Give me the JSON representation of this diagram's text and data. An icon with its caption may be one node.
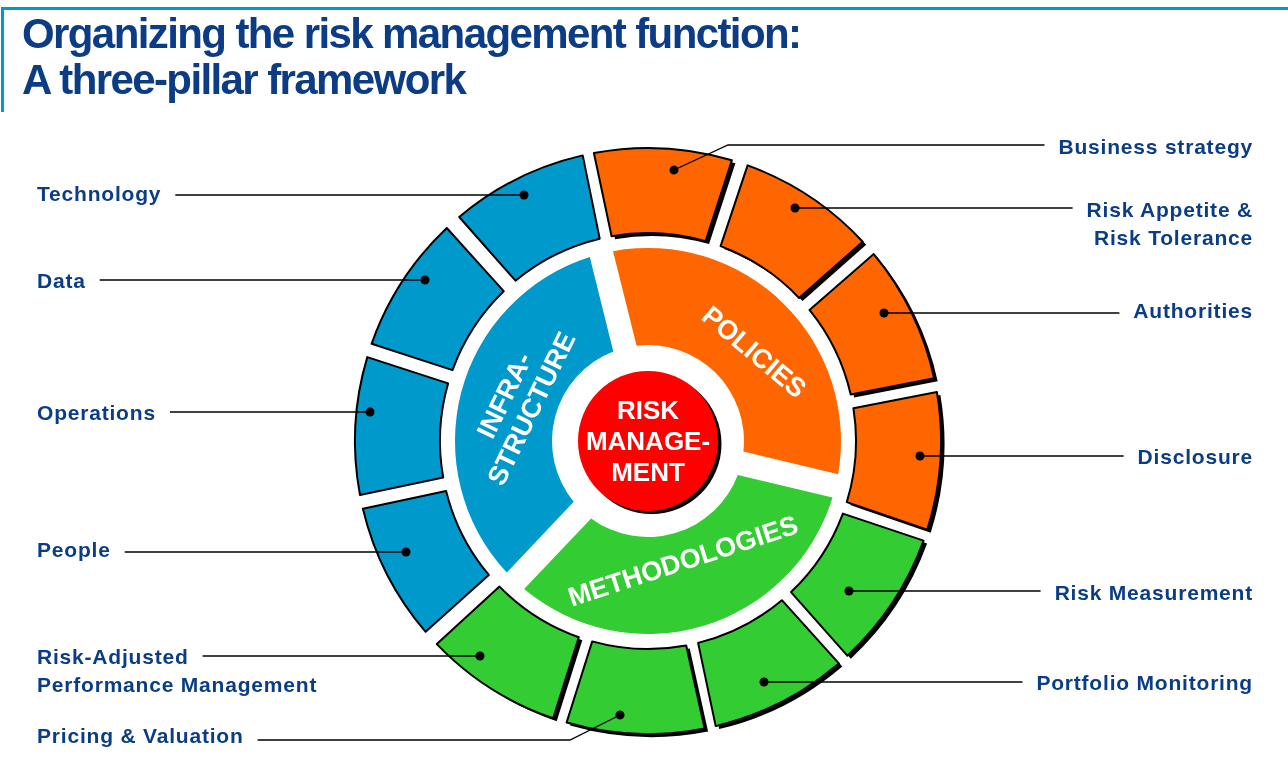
{
  "diagram": {
    "title": "Organizing the risk management function: A three-pillar framework",
    "nodes": [
      {
        "text": [
          "Technology"
        ]
      },
      {
        "text": [
          "Data"
        ]
      },
      {
        "text": [
          "Operations"
        ]
      },
      {
        "text": [
          "People"
        ]
      },
      {
        "text": [
          "Risk-Adjusted Performance Management"
        ]
      },
      {
        "text": [
          "Pricing & Valuation"
        ]
      },
      {
        "text": [
          "Business strategy"
        ]
      },
      {
        "text": [
          "Risk Appetite & Risk Tolerance"
        ]
      },
      {
        "text": [
          "Authorities"
        ]
      },
      {
        "text": [
          "Disclosure"
        ]
      },
      {
        "text": [
          "Risk Measurement"
        ]
      },
      {
        "text": [
          "Portfolio Monitoring"
        ]
      },
      {
        "text": [
          "INFRA- STRUCTURE"
        ]
      },
      {
        "text": [
          "POLICIES"
        ]
      },
      {
        "text": [
          "METHODOLOGIES"
        ]
      },
      {
        "text": [
          "RISK MANAGE- MENT"
        ]
      },
      {
        "text": [],
        "shape": "box"
      },
      {
        "text": [],
        "shape": "box"
      },
      {
        "text": [],
        "shape": "box"
      },
      {
        "text": [],
        "shape": "box"
      },
      {
        "text": [],
        "shape": "box"
      },
      {
        "text": [],
        "shape": "box"
      },
      {
        "text": [],
        "shape": "box"
      },
      {
        "text": [],
        "shape": "box"
      },
      {
        "text": [],
        "shape": "box"
      },
      {
        "text": [],
        "shape": "box"
      },
      {
        "text": [],
        "shape": "box"
      },
      {
        "text": [],
        "shape": "box"
      }
    ],
    "edges": [
      {
        "from": 0,
        "to": 17,
        "arrow": "other"
      },
      {
        "from": 1,
        "to": 19,
        "arrow": "other"
      },
      {
        "from": 2,
        "to": 21,
        "arrow": "other"
      },
      {
        "from": 3,
        "to": 23,
        "arrow": "other"
      },
      {
        "from": 4,
        "to": 25,
        "arrow": "other"
      },
      {
        "from": 5,
        "to": 27,
        "arrow": "other"
      },
      {
        "from": 6,
        "to": 16,
        "arrow": "other"
      },
      {
        "from": 7,
        "to": 18,
        "arrow": "other"
      },
      {
        "from": 8,
        "to": 20,
        "arrow": "other"
      },
      {
        "from": 9,
        "to": 22,
        "arrow": "other"
      },
      {
        "from": 10,
        "to": 24,
        "arrow": "other"
      },
      {
        "from": 11,
        "to": 26,
        "arrow": "other"
      }
    ]
  }
}
